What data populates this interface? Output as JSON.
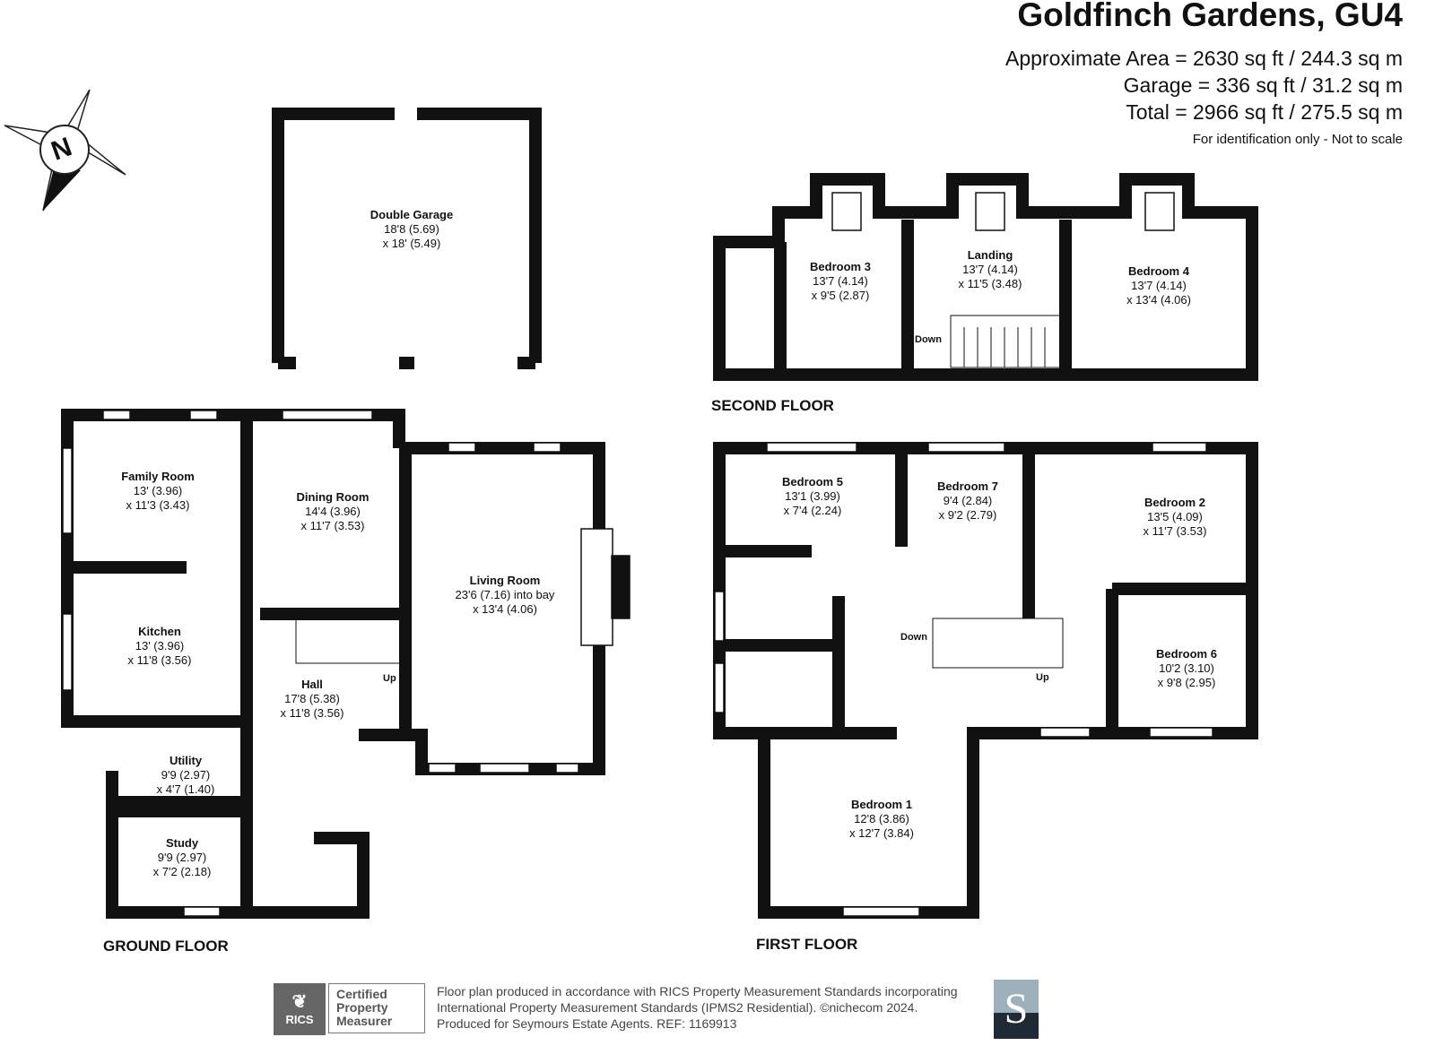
{
  "header": {
    "title": "Goldfinch Gardens, GU4",
    "approx_area": "Approximate Area = 2630 sq ft / 244.3 sq m",
    "garage_area": "Garage = 336 sq ft / 31.2 sq m",
    "total_area": "Total = 2966 sq ft / 275.5 sq m",
    "note": "For identification only - Not to scale"
  },
  "compass": {
    "label": "N"
  },
  "floors": {
    "ground": "GROUND FLOOR",
    "first": "FIRST FLOOR",
    "second": "SECOND FLOOR"
  },
  "rooms": {
    "garage": {
      "name": "Double Garage",
      "d1": "18'8 (5.69)",
      "d2": "x 18' (5.49)"
    },
    "family": {
      "name": "Family Room",
      "d1": "13' (3.96)",
      "d2": "x 11'3 (3.43)"
    },
    "dining": {
      "name": "Dining Room",
      "d1": "14'4 (3.96)",
      "d2": "x 11'7 (3.53)"
    },
    "living": {
      "name": "Living Room",
      "d1": "23'6 (7.16) into bay",
      "d2": "x 13'4 (4.06)"
    },
    "kitchen": {
      "name": "Kitchen",
      "d1": "13' (3.96)",
      "d2": "x 11'8 (3.56)"
    },
    "hall": {
      "name": "Hall",
      "d1": "17'8 (5.38)",
      "d2": "x 11'8 (3.56)"
    },
    "utility": {
      "name": "Utility",
      "d1": "9'9 (2.97)",
      "d2": "x 4'7 (1.40)"
    },
    "study": {
      "name": "Study",
      "d1": "9'9 (2.97)",
      "d2": "x 7'2 (2.18)"
    },
    "bed3": {
      "name": "Bedroom 3",
      "d1": "13'7 (4.14)",
      "d2": "x 9'5 (2.87)"
    },
    "landing": {
      "name": "Landing",
      "d1": "13'7 (4.14)",
      "d2": "x 11'5 (3.48)"
    },
    "bed4": {
      "name": "Bedroom 4",
      "d1": "13'7 (4.14)",
      "d2": "x 13'4 (4.06)"
    },
    "bed5": {
      "name": "Bedroom 5",
      "d1": "13'1 (3.99)",
      "d2": "x 7'4 (2.24)"
    },
    "bed7": {
      "name": "Bedroom 7",
      "d1": "9'4 (2.84)",
      "d2": "x 9'2 (2.79)"
    },
    "bed2": {
      "name": "Bedroom 2",
      "d1": "13'5 (4.09)",
      "d2": "x 11'7 (3.53)"
    },
    "bed6": {
      "name": "Bedroom 6",
      "d1": "10'2 (3.10)",
      "d2": "x 9'8 (2.95)"
    },
    "bed1": {
      "name": "Bedroom 1",
      "d1": "12'8 (3.86)",
      "d2": "x 12'7 (3.84)"
    }
  },
  "stairs": {
    "up": "Up",
    "down": "Down"
  },
  "footer": {
    "rics": "RICS",
    "certified": "Certified Property Measurer",
    "line1": "Floor plan produced in accordance with RICS Property Measurement Standards incorporating",
    "line2": "International Property Measurement Standards (IPMS2 Residential).   ©nichecom 2024.",
    "line3": "Produced for Seymours Estate Agents.   REF:  1169913",
    "agent_logo": "S"
  }
}
